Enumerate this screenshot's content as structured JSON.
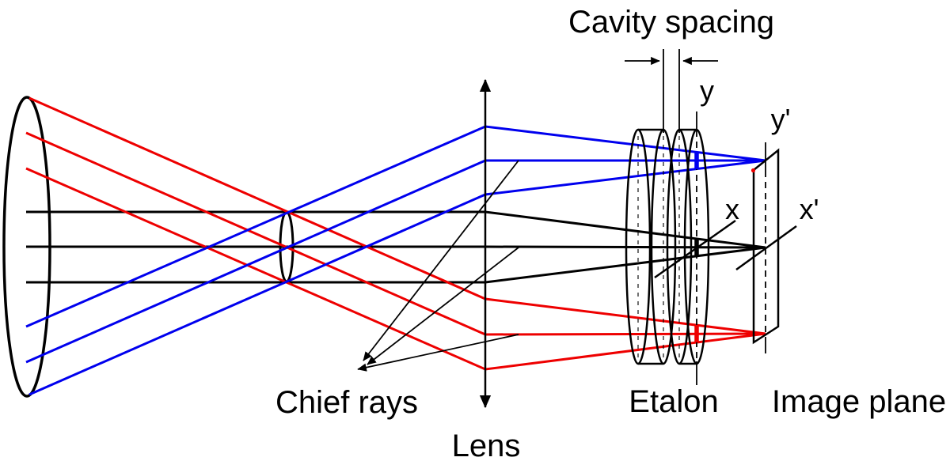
{
  "labels": {
    "cavity_spacing": "Cavity spacing",
    "y": "y",
    "y_prime": "y'",
    "x": "x",
    "x_prime": "x'",
    "chief_rays": "Chief rays",
    "lens": "Lens",
    "etalon": "Etalon",
    "image_plane": "Image plane"
  },
  "colors": {
    "background": "#ffffff",
    "structure": "#000000",
    "upper_field_ray_bundle": "#ee0000",
    "axial_ray_bundle": "#000000",
    "lower_field_ray_bundle": "#0000ee"
  },
  "components": {
    "source_aperture": "large entrance pupil ellipse at left",
    "aperture_stop": "small ellipse where all three ray bundles cross",
    "lens": "thin-lens vertical double-arrow line",
    "etalon": "two plane-parallel plates with marked cavity spacing",
    "image_plane": "tilted plane at right where bundles focus at y', x'"
  }
}
